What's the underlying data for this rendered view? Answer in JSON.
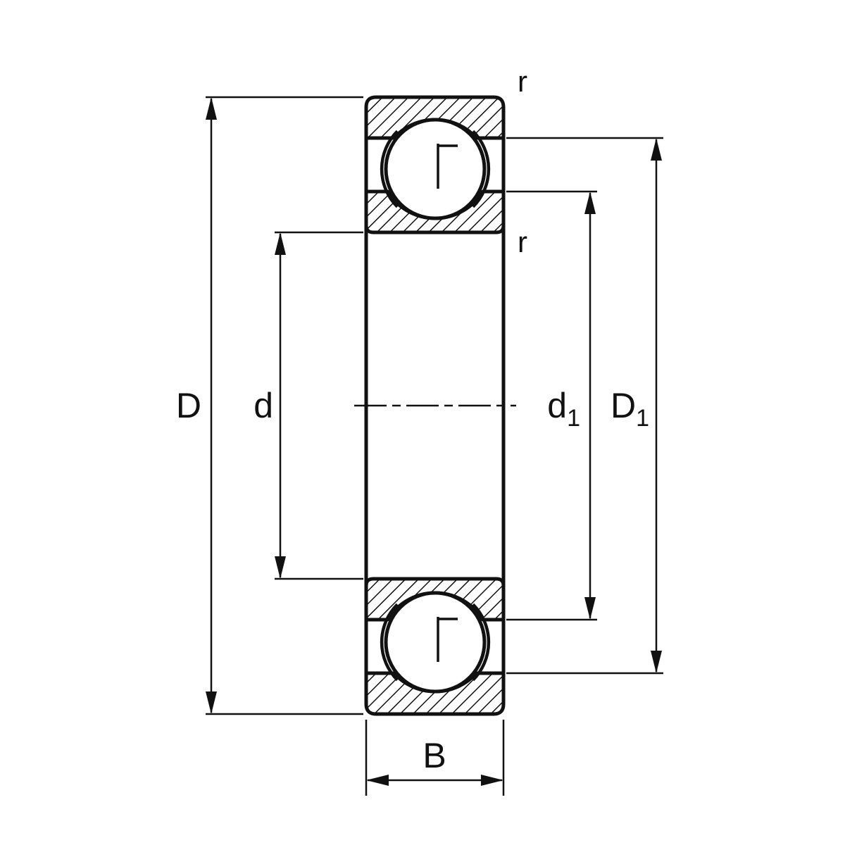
{
  "diagram": {
    "name": "Deep groove ball bearing cross-section drawing",
    "background_color": "#ffffff",
    "line_color": "#111111",
    "dimensions": {
      "outer_diameter": "D",
      "bore_diameter": "d",
      "inner_shoulder_base": "d",
      "inner_shoulder_sub": "1",
      "outer_shoulder_base": "D",
      "outer_shoulder_sub": "1",
      "width": "B",
      "chamfer_outer": "r",
      "chamfer_inner": "r"
    }
  }
}
